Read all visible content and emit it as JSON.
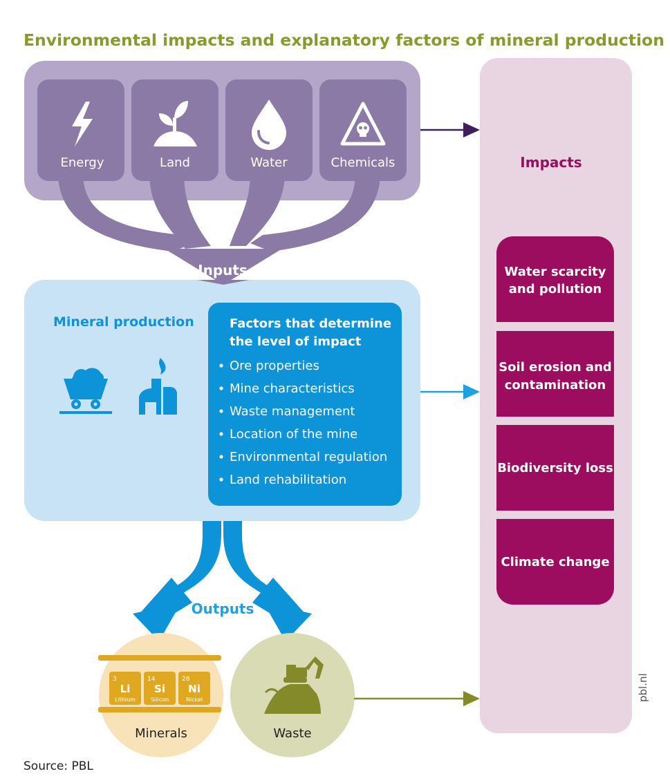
{
  "title": "Environmental impacts and explanatory factors of mineral production",
  "inputs": {
    "label": "Inputs",
    "items": [
      {
        "label": "Energy",
        "icon": "lightning-icon"
      },
      {
        "label": "Land",
        "icon": "sprout-icon"
      },
      {
        "label": "Water",
        "icon": "water-drop-icon"
      },
      {
        "label": "Chemicals",
        "icon": "hazard-skull-icon"
      }
    ]
  },
  "mineral_production": {
    "title": "Mineral production",
    "icons": [
      "mine-cart-icon",
      "factory-icon"
    ],
    "factors": {
      "title_line1": "Factors that determine",
      "title_line2": "the level of impact",
      "items": [
        "Ore properties",
        "Mine characteristics",
        "Waste management",
        "Location of the mine",
        "Environmental regulation",
        "Land rehabilitation"
      ]
    }
  },
  "outputs": {
    "label": "Outputs",
    "minerals": {
      "label": "Minerals",
      "elements": [
        {
          "number": "3",
          "symbol": "Li",
          "name": "Lithium"
        },
        {
          "number": "14",
          "symbol": "Si",
          "name": "Silicon"
        },
        {
          "number": "28",
          "symbol": "Ni",
          "name": "Nickel"
        }
      ]
    },
    "waste": {
      "label": "Waste",
      "icon": "excavator-icon"
    }
  },
  "impacts": {
    "title": "Impacts",
    "items": [
      {
        "line1": "Water scarcity",
        "line2": "and pollution"
      },
      {
        "line1": "Soil erosion and",
        "line2": "contamination"
      },
      {
        "line1": "Biodiversity loss",
        "line2": ""
      },
      {
        "line1": "Climate change",
        "line2": ""
      }
    ]
  },
  "source": "Source: PBL",
  "credit": "pbl.nl",
  "colors": {
    "title": "#8a9a2a",
    "inputs_outer": "#b3a6c9",
    "inputs_tile": "#8c7aa6",
    "mineral_bg": "#c9e3f6",
    "mineral_dark": "#0c93d8",
    "impacts_bg": "#e8d5e1",
    "impacts_box": "#9c0c5f",
    "minerals_circle": "#f8e2b8",
    "element_tile": "#e0a820",
    "waste_circle": "#d9dbb5",
    "waste_icon": "#848a2a",
    "arrow_purple": "#3f1e59",
    "arrow_blue": "#1da1e1",
    "arrow_olive": "#848a2a"
  }
}
